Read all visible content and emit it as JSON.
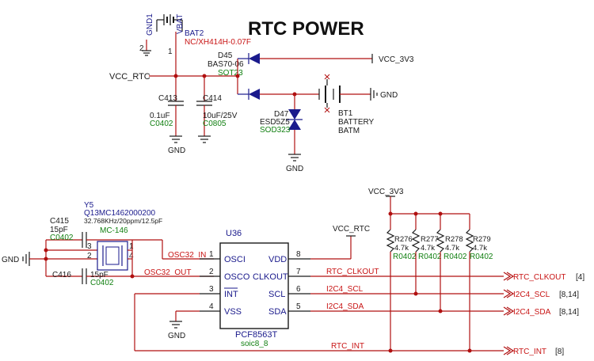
{
  "title": "RTC POWER",
  "bat2": {
    "ref": "BAT2",
    "value": "NC/XH414H-0.07F",
    "pin1": "1",
    "pin2": "2",
    "gnd_label": "GND1",
    "vbat_label": "VBAT"
  },
  "net_vcc_rtc_left": "VCC_RTC",
  "d45": {
    "ref": "D45",
    "part": "BAS70-06",
    "pkg": "SOT23"
  },
  "vcc_3v3_top": "VCC_3V3",
  "c413": {
    "ref": "C413",
    "value": "0.1uF",
    "pkg": "C0402"
  },
  "c414": {
    "ref": "C414",
    "value": "10uF/25V",
    "pkg": "C0805"
  },
  "d47": {
    "ref": "D47",
    "part": "ESD5Z5",
    "pkg": "SOD323"
  },
  "bt1": {
    "ref": "BT1",
    "value": "BATTERY",
    "pkg": "BATM"
  },
  "gnd": "GND",
  "y5": {
    "ref": "Y5",
    "part": "Q13MC1462000200",
    "spec": "32.768KHz/20ppm/12.5pF",
    "pkg": "MC-146",
    "pins": [
      "1",
      "2",
      "3",
      "4"
    ]
  },
  "c415": {
    "ref": "C415",
    "value": "15pF",
    "pkg": "C0402"
  },
  "c416": {
    "ref": "C416",
    "value": "15pF",
    "pkg": "C0402"
  },
  "net_osc32_in": "OSC32_IN",
  "net_osc32_out": "OSC32_OUT",
  "vcc_rtc_mid": "VCC_RTC",
  "vcc_3v3_right": "VCC_3V3",
  "u36": {
    "ref": "U36",
    "part": "PCF8563T",
    "pkg": "soic8_8",
    "left_pins": [
      {
        "num": "1",
        "name": "OSCI"
      },
      {
        "num": "2",
        "name": "OSCO"
      },
      {
        "num": "3",
        "name": "INT"
      },
      {
        "num": "4",
        "name": "VSS"
      }
    ],
    "right_pins": [
      {
        "num": "8",
        "name": "VDD"
      },
      {
        "num": "7",
        "name": "CLKOUT"
      },
      {
        "num": "6",
        "name": "SCL"
      },
      {
        "num": "5",
        "name": "SDA"
      }
    ]
  },
  "nets_right": [
    "RTC_CLKOUT",
    "I2C4_SCL",
    "I2C4_SDA",
    "RTC_INT"
  ],
  "resistors": [
    {
      "ref": "R276",
      "value": "4.7k",
      "pkg": "R0402"
    },
    {
      "ref": "R277",
      "value": "4.7k",
      "pkg": "R0402"
    },
    {
      "ref": "R278",
      "value": "4.7k",
      "pkg": "R0402"
    },
    {
      "ref": "R279",
      "value": "4.7k",
      "pkg": "R0402"
    }
  ],
  "ports": [
    {
      "name": "RTC_CLKOUT",
      "ref": "[4]"
    },
    {
      "name": "I2C4_SCL",
      "ref": "[8,14]"
    },
    {
      "name": "I2C4_SDA",
      "ref": "[8,14]"
    },
    {
      "name": "RTC_INT",
      "ref": "[8]"
    }
  ]
}
